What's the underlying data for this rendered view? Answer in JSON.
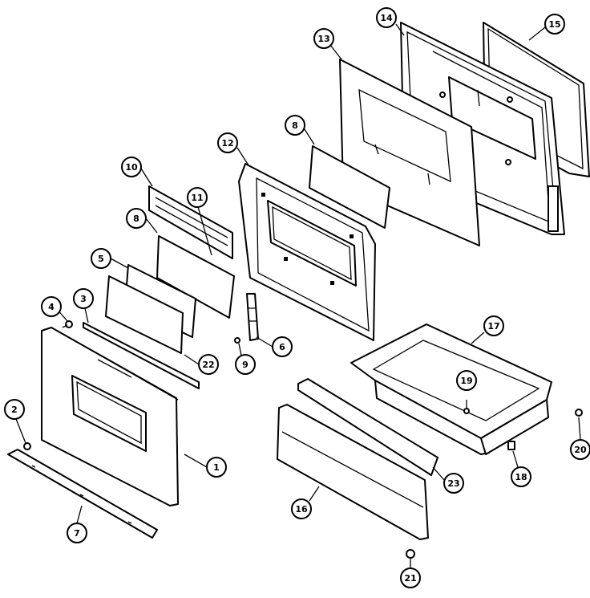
{
  "callouts": [
    {
      "id": "c1",
      "label": "1"
    },
    {
      "id": "c2",
      "label": "2"
    },
    {
      "id": "c3",
      "label": "3"
    },
    {
      "id": "c4",
      "label": "4"
    },
    {
      "id": "c5",
      "label": "5"
    },
    {
      "id": "c6a",
      "label": "6"
    },
    {
      "id": "c6b",
      "label": "6"
    },
    {
      "id": "c7",
      "label": "7"
    },
    {
      "id": "c8a",
      "label": "8"
    },
    {
      "id": "c8b",
      "label": "8"
    },
    {
      "id": "c9",
      "label": "9"
    },
    {
      "id": "c10",
      "label": "10"
    },
    {
      "id": "c11",
      "label": "11"
    },
    {
      "id": "c12",
      "label": "12"
    },
    {
      "id": "c13",
      "label": "13"
    },
    {
      "id": "c14",
      "label": "14"
    },
    {
      "id": "c15",
      "label": "15"
    },
    {
      "id": "c16",
      "label": "16"
    },
    {
      "id": "c17",
      "label": "17"
    },
    {
      "id": "c18",
      "label": "18"
    },
    {
      "id": "c19",
      "label": "19"
    },
    {
      "id": "c20",
      "label": "20"
    },
    {
      "id": "c21",
      "label": "21"
    },
    {
      "id": "c22",
      "label": "22"
    },
    {
      "id": "c23",
      "label": "23"
    }
  ]
}
